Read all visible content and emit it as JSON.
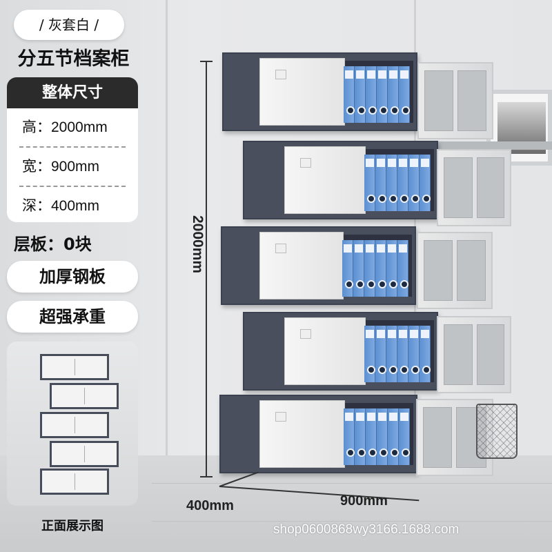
{
  "color_label": "/ 灰套白 /",
  "product_title": "分五节档案柜",
  "specs": {
    "header": "整体尺寸",
    "height": "高：2000mm",
    "width": "宽：900mm",
    "depth": "深：400mm"
  },
  "shelf_info": "层板：0块",
  "features": [
    "加厚钢板",
    "超强承重"
  ],
  "thumbnail_caption": "正面展示图",
  "dimensions": {
    "height_label": "2000mm",
    "depth_label": "400mm",
    "width_label": "900mm"
  },
  "watermark": "shop0600868wy3166.1688.com",
  "colors": {
    "cabinet_body": "#4a4f5e",
    "door": "#f2f2f2",
    "binder": "#6b9bd8",
    "panel_dark": "#2b2b2b"
  }
}
